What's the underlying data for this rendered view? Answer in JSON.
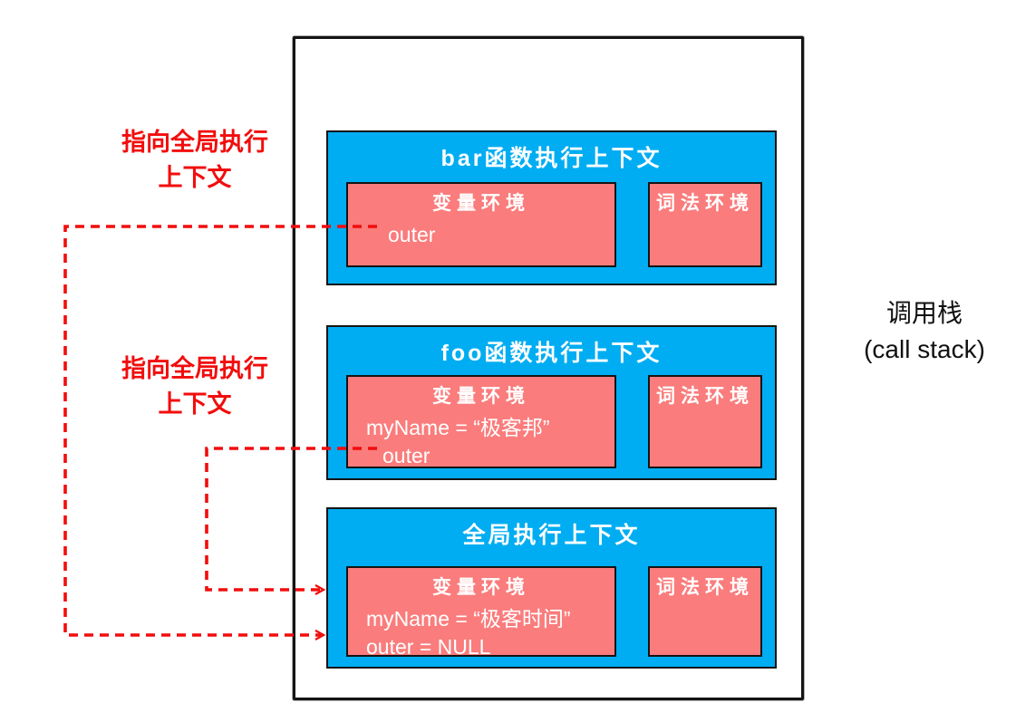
{
  "colors": {
    "context_blue": "#00ADF2",
    "env_pink": "#FA7C7C",
    "arrow_red": "#F20D0D",
    "border_black": "#141414"
  },
  "right_label": {
    "line1": "调用栈",
    "line2": "(call stack)"
  },
  "left_labels": [
    {
      "line1": "指向全局执行",
      "line2": "上下文"
    },
    {
      "line1": "指向全局执行",
      "line2": "上下文"
    }
  ],
  "contexts": [
    {
      "id": "bar",
      "title": "bar函数执行上下文",
      "variable_env": {
        "title": "变量环境",
        "rows": [
          "outer"
        ]
      },
      "lexical_env": {
        "title": "词法环境"
      }
    },
    {
      "id": "foo",
      "title": "foo函数执行上下文",
      "variable_env": {
        "title": "变量环境",
        "rows": [
          "myName = “极客邦”",
          "outer"
        ]
      },
      "lexical_env": {
        "title": "词法环境"
      }
    },
    {
      "id": "global",
      "title": "全局执行上下文",
      "variable_env": {
        "title": "变量环境",
        "rows": [
          "myName = “极客时间”",
          "outer = NULL"
        ]
      },
      "lexical_env": {
        "title": "词法环境"
      }
    }
  ]
}
